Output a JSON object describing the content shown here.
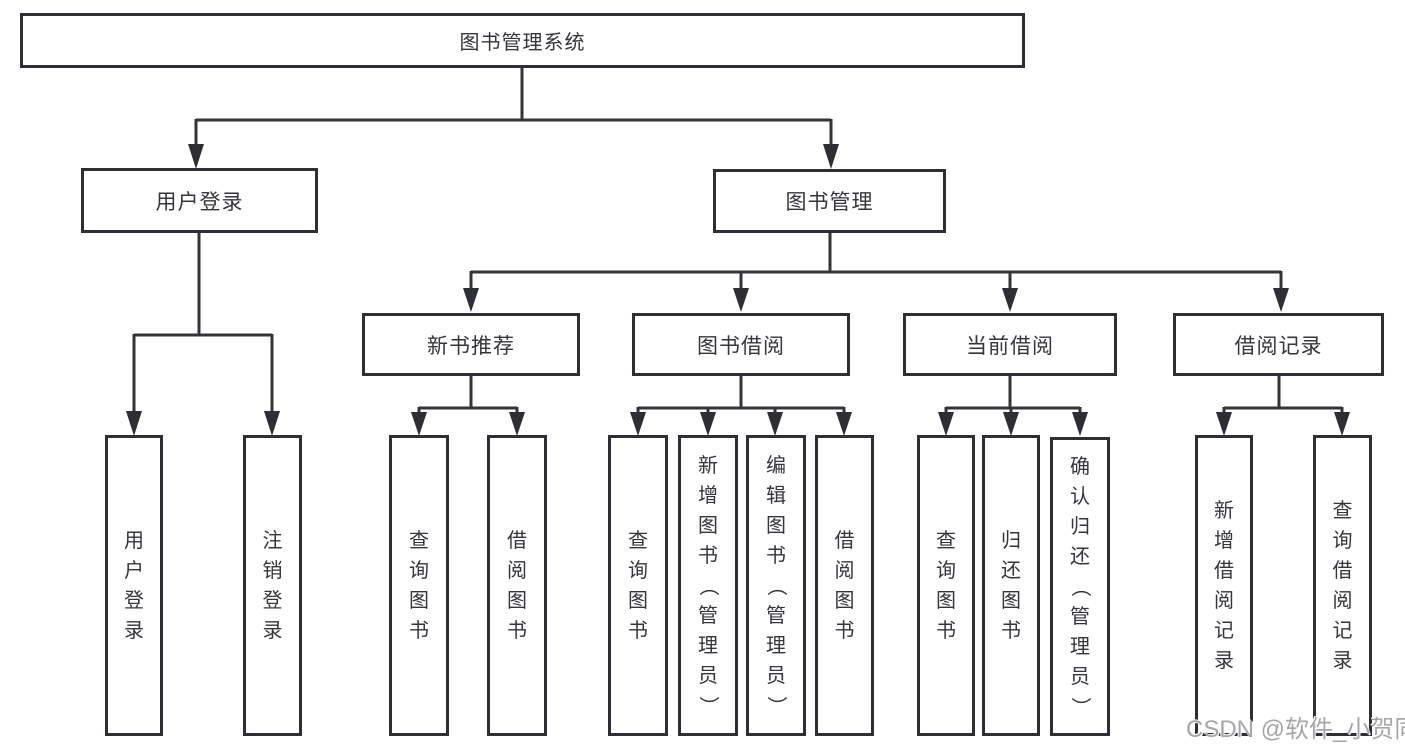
{
  "diagram": {
    "watermark": "CSDN @软件_小贺同学",
    "colors": {
      "background": "#ffffff",
      "box_border": "#2e2e35",
      "box_fill": "#ffffff",
      "line": "#333338",
      "text": "#35353b",
      "watermark_text": "#a6a6a8"
    },
    "tree": {
      "label": "图书管理系统",
      "children": [
        {
          "label": "用户登录",
          "children": [
            {
              "label": "用户登录"
            },
            {
              "label": "注销登录"
            }
          ]
        },
        {
          "label": "图书管理",
          "children": [
            {
              "label": "新书推荐",
              "children": [
                {
                  "label": "查询图书"
                },
                {
                  "label": "借阅图书"
                }
              ]
            },
            {
              "label": "图书借阅",
              "children": [
                {
                  "label": "查询图书"
                },
                {
                  "label": "新增图书（管理员）"
                },
                {
                  "label": "编辑图书（管理员）"
                },
                {
                  "label": "借阅图书"
                }
              ]
            },
            {
              "label": "当前借阅",
              "children": [
                {
                  "label": "查询图书"
                },
                {
                  "label": "归还图书"
                },
                {
                  "label": "确认归还（管理员）"
                }
              ]
            },
            {
              "label": "借阅记录",
              "children": [
                {
                  "label": "新增借阅记录"
                },
                {
                  "label": "查询借阅记录"
                }
              ]
            }
          ]
        }
      ]
    }
  }
}
